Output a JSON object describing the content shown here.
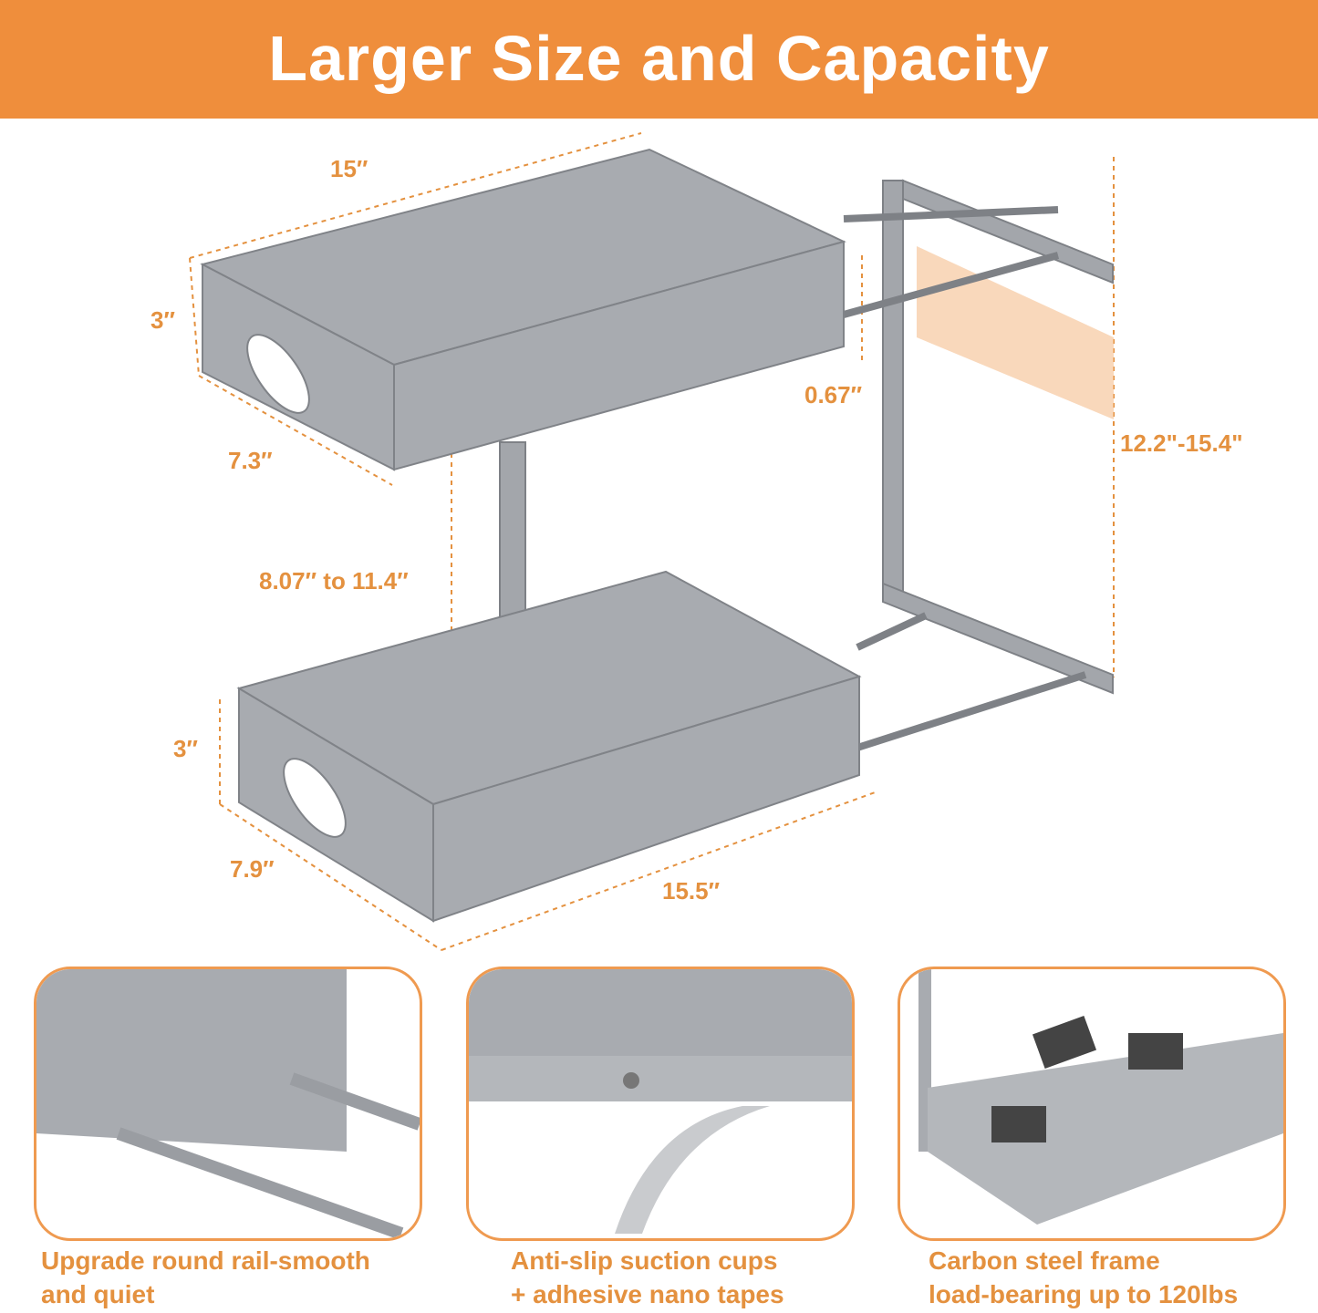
{
  "title": "Larger Size and Capacity",
  "dimensions": {
    "top_length": "15″",
    "top_height": "3″",
    "top_depth": "7.3″",
    "hole_spacing": "0.67″",
    "total_height": "12.2\"-15.4\"",
    "shelf_gap": "8.07″ to 11.4″",
    "bottom_height": "3″",
    "bottom_depth": "7.9″",
    "bottom_length": "15.5″"
  },
  "features": [
    {
      "line1": "Upgrade round rail-smooth",
      "line2": "and quiet"
    },
    {
      "line1": "Anti-slip suction cups",
      "line2": "+ adhesive nano tapes"
    },
    {
      "line1": "Carbon steel frame",
      "line2": "load-bearing up to 120lbs"
    }
  ],
  "colors": {
    "accent": "#EF8E3C",
    "metal": "#9A9DA2"
  }
}
